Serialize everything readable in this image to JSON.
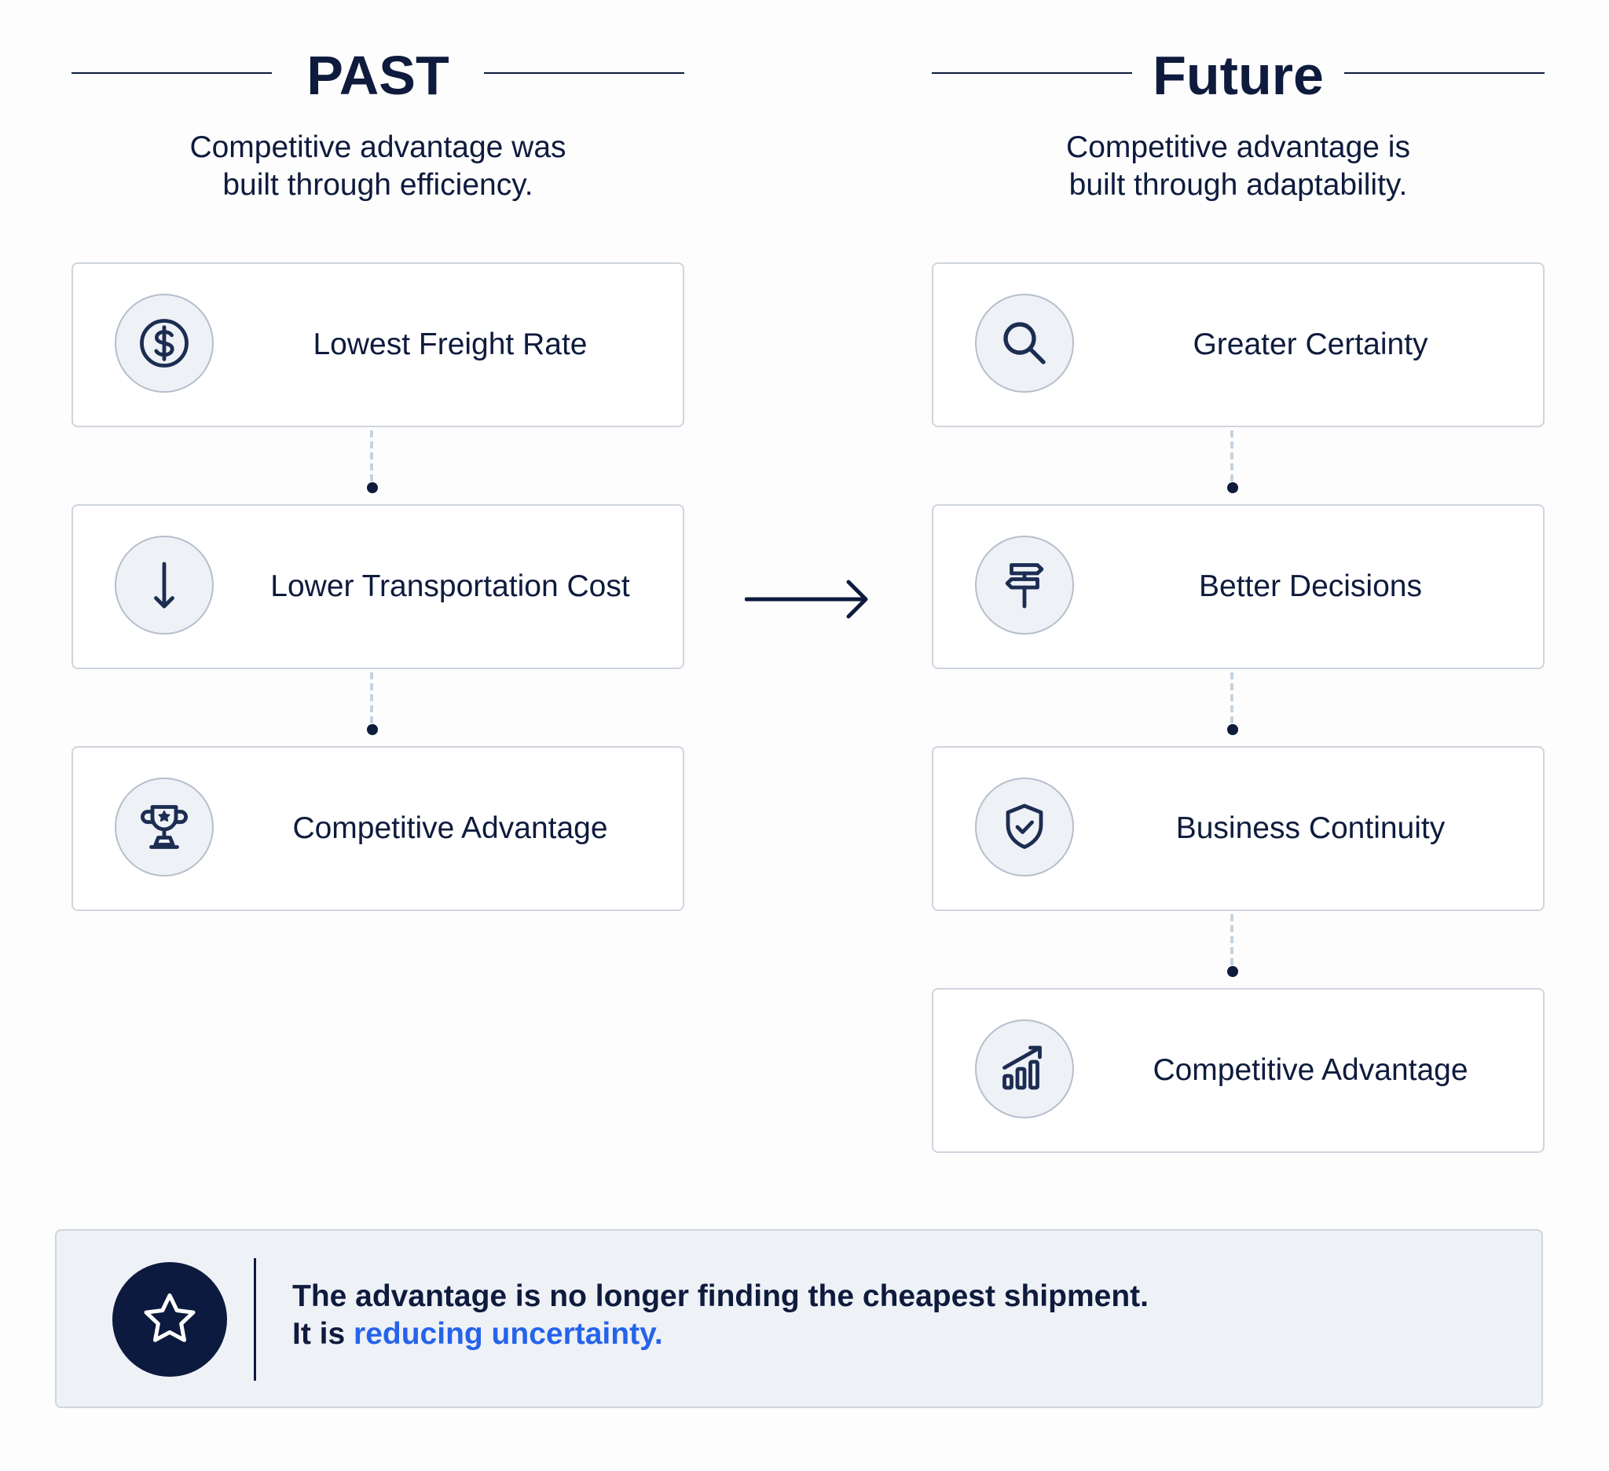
{
  "past": {
    "title": "PAST",
    "subtitle": "Competitive advantage was built through efficiency.",
    "items": [
      {
        "label": "Lowest Freight Rate",
        "icon": "dollar-icon"
      },
      {
        "label": "Lower Transportation Cost",
        "icon": "arrow-down-icon"
      },
      {
        "label": "Competitive Advantage",
        "icon": "trophy-icon"
      }
    ]
  },
  "future": {
    "title": "Future",
    "subtitle": "Competitive advantage is built through adaptability.",
    "items": [
      {
        "label": "Greater Certainty",
        "icon": "search-icon"
      },
      {
        "label": "Better Decisions",
        "icon": "signpost-icon"
      },
      {
        "label": "Business Continuity",
        "icon": "shield-check-icon"
      },
      {
        "label": "Competitive Advantage",
        "icon": "growth-chart-icon"
      }
    ]
  },
  "transition_icon": "arrow-right-icon",
  "banner": {
    "icon": "star-icon",
    "line1": "The advantage is no longer finding the cheapest shipment.",
    "line2_prefix": "It is ",
    "line2_highlight": "reducing uncertainty."
  },
  "colors": {
    "navy": "#0e1b3d",
    "accent": "#2563eb",
    "card_border": "#cfd4de",
    "icon_bg": "#eef1f6",
    "banner_bg": "#eef1f6"
  }
}
